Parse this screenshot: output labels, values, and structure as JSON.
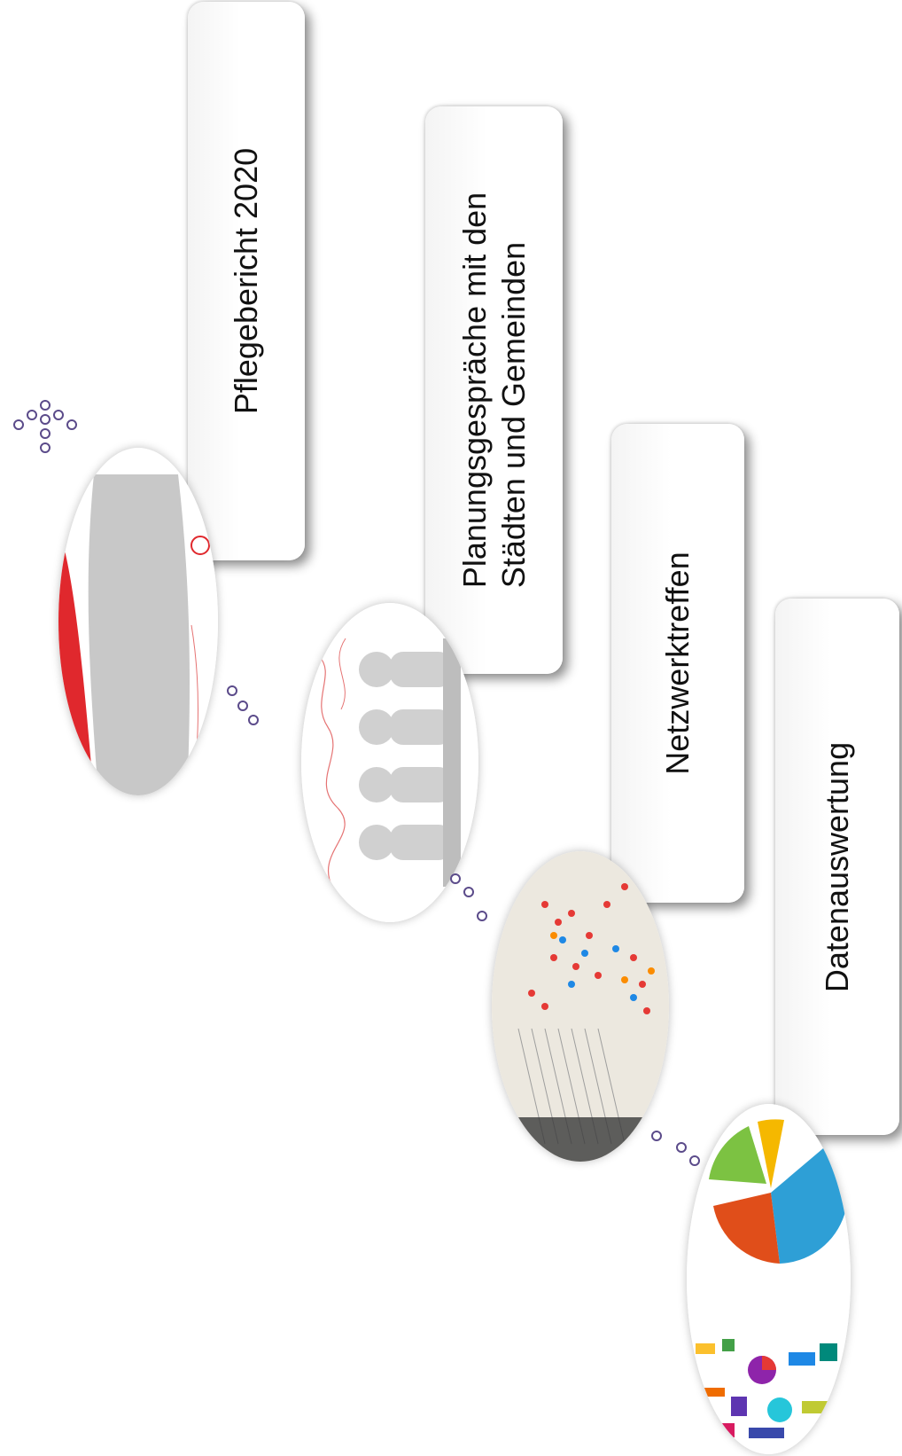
{
  "steps": [
    {
      "label": "Pflegebericht 2020",
      "icon": "report-cover-image"
    },
    {
      "label_lines": [
        "Planungsgespräche mit den",
        "Städten und Gemeinden"
      ],
      "icon": "people-meeting-image"
    },
    {
      "label": "Netzwerktreffen",
      "icon": "dot-voting-board-image"
    },
    {
      "label": "Datenauswertung",
      "icon": "pie-chart-image"
    }
  ],
  "colors": {
    "connector": "#5b4b8a",
    "report_red": "#e0282d",
    "report_gray": "#c8c8c8"
  }
}
